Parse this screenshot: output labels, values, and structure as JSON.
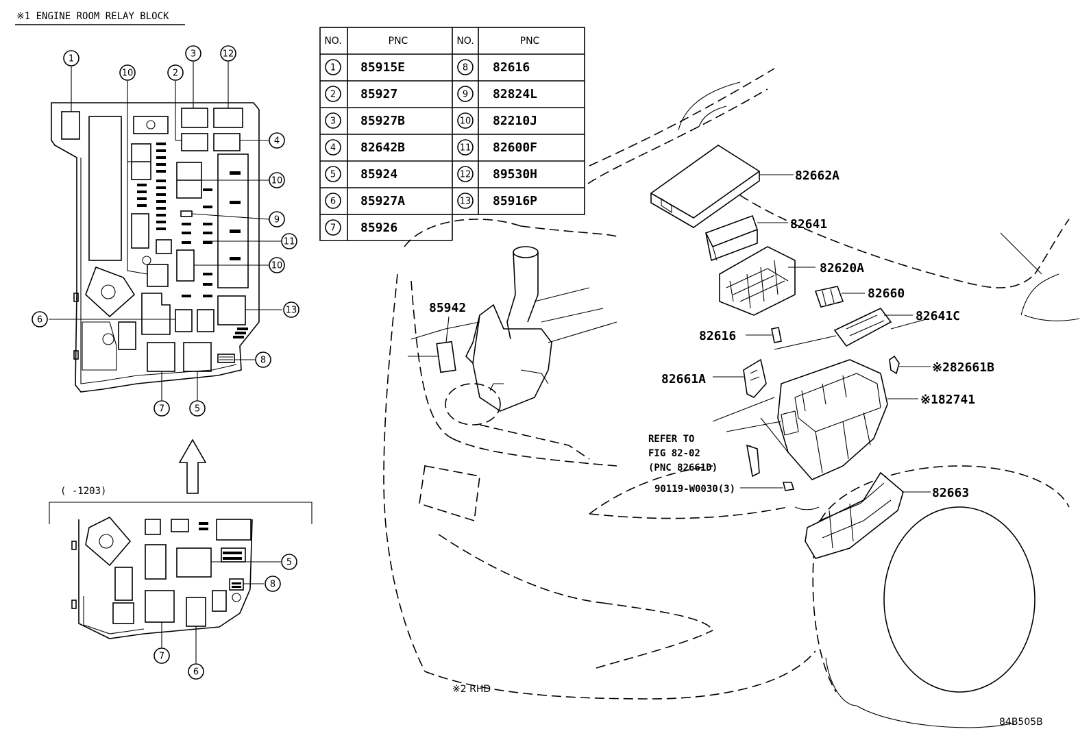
{
  "header": {
    "title": "※1 ENGINE ROOM RELAY BLOCK"
  },
  "table": {
    "col_no": "NO.",
    "col_pnc": "PNC",
    "left": [
      {
        "no": "1",
        "pnc": "85915E"
      },
      {
        "no": "2",
        "pnc": "85927"
      },
      {
        "no": "3",
        "pnc": "85927B"
      },
      {
        "no": "4",
        "pnc": "82642B"
      },
      {
        "no": "5",
        "pnc": "85924"
      },
      {
        "no": "6",
        "pnc": "85927A"
      },
      {
        "no": "7",
        "pnc": "85926"
      }
    ],
    "right": [
      {
        "no": "8",
        "pnc": "82616"
      },
      {
        "no": "9",
        "pnc": "82824L"
      },
      {
        "no": "10",
        "pnc": "82210J"
      },
      {
        "no": "11",
        "pnc": "82600F"
      },
      {
        "no": "12",
        "pnc": "89530H"
      },
      {
        "no": "13",
        "pnc": "85916P"
      }
    ]
  },
  "relay_block_callouts": [
    "1",
    "10",
    "2",
    "3",
    "12",
    "4",
    "10",
    "9",
    "11",
    "10",
    "13",
    "6",
    "8",
    "7",
    "5"
  ],
  "lower_block": {
    "range_label": "(      -1203)",
    "callouts": [
      "5",
      "8",
      "7",
      "6"
    ]
  },
  "parts": {
    "p82662A": "82662A",
    "p82641": "82641",
    "p82620A": "82620A",
    "p82660": "82660",
    "p82641C": "82641C",
    "p82616": "82616",
    "p82661B": "※282661B",
    "p82661A": "82661A",
    "p82741": "※182741",
    "refer1": "REFER TO",
    "refer2": "FIG 82-02",
    "refer3": "(PNC 82661D)",
    "bolt": "90119-W0030(3)",
    "p82663": "82663",
    "p85942": "85942"
  },
  "footnote": "※2 RHD",
  "figure_id": "84B505B"
}
